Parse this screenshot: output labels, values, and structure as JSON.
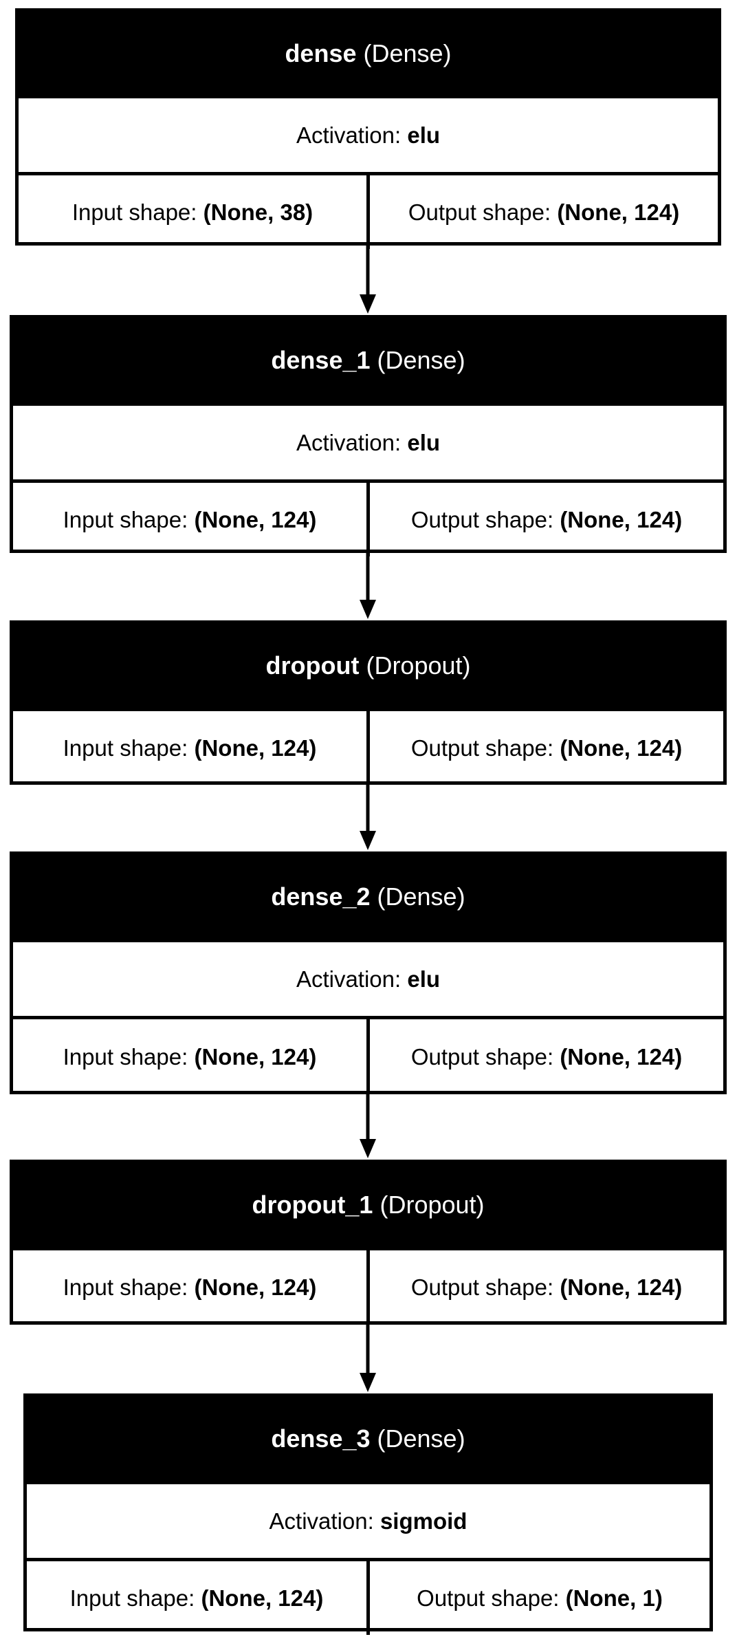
{
  "layers": [
    {
      "name": "dense",
      "type": "(Dense)",
      "activation_label": "Activation:",
      "activation": "elu",
      "input_label": "Input shape:",
      "input_shape": "(None, 38)",
      "output_label": "Output shape:",
      "output_shape": "(None, 124)"
    },
    {
      "name": "dense_1",
      "type": "(Dense)",
      "activation_label": "Activation:",
      "activation": "elu",
      "input_label": "Input shape:",
      "input_shape": "(None, 124)",
      "output_label": "Output shape:",
      "output_shape": "(None, 124)"
    },
    {
      "name": "dropout",
      "type": "(Dropout)",
      "input_label": "Input shape:",
      "input_shape": "(None, 124)",
      "output_label": "Output shape:",
      "output_shape": "(None, 124)"
    },
    {
      "name": "dense_2",
      "type": "(Dense)",
      "activation_label": "Activation:",
      "activation": "elu",
      "input_label": "Input shape:",
      "input_shape": "(None, 124)",
      "output_label": "Output shape:",
      "output_shape": "(None, 124)"
    },
    {
      "name": "dropout_1",
      "type": "(Dropout)",
      "input_label": "Input shape:",
      "input_shape": "(None, 124)",
      "output_label": "Output shape:",
      "output_shape": "(None, 124)"
    },
    {
      "name": "dense_3",
      "type": "(Dense)",
      "activation_label": "Activation:",
      "activation": "sigmoid",
      "input_label": "Input shape:",
      "input_shape": "(None, 124)",
      "output_label": "Output shape:",
      "output_shape": "(None, 1)"
    }
  ],
  "edges": [
    {
      "from": "dense",
      "to": "dense_1"
    },
    {
      "from": "dense_1",
      "to": "dropout"
    },
    {
      "from": "dropout",
      "to": "dense_2"
    },
    {
      "from": "dense_2",
      "to": "dropout_1"
    },
    {
      "from": "dropout_1",
      "to": "dense_3"
    }
  ]
}
